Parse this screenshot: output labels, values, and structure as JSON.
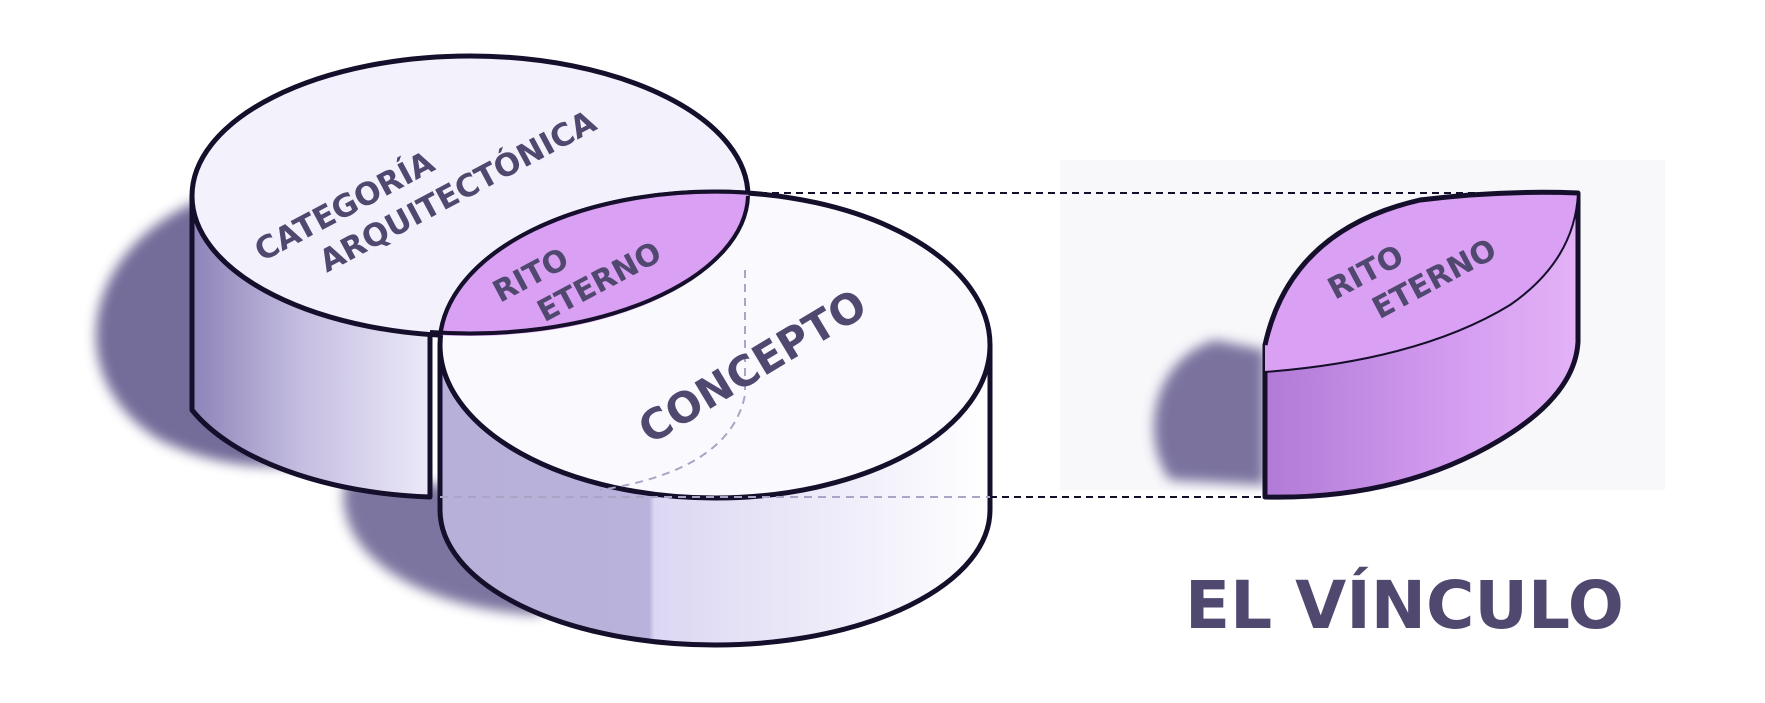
{
  "diagram": {
    "left_cylinder_label": [
      "CATEGORÍA",
      "ARQUITECTÓNICA"
    ],
    "right_cylinder_label": "CONCEPTO",
    "intersection_label": [
      "RITO",
      "ETERNO"
    ],
    "extracted_label": [
      "RITO",
      "ETERNO"
    ],
    "title": "EL VÍNCULO"
  },
  "colors": {
    "outline": "#150f2b",
    "text": "#514870",
    "lens_fill": "#d9a0f3",
    "lens_side": "#c78ae6",
    "disk_top": "#f3f1fb",
    "shadow": "#5c5288"
  }
}
